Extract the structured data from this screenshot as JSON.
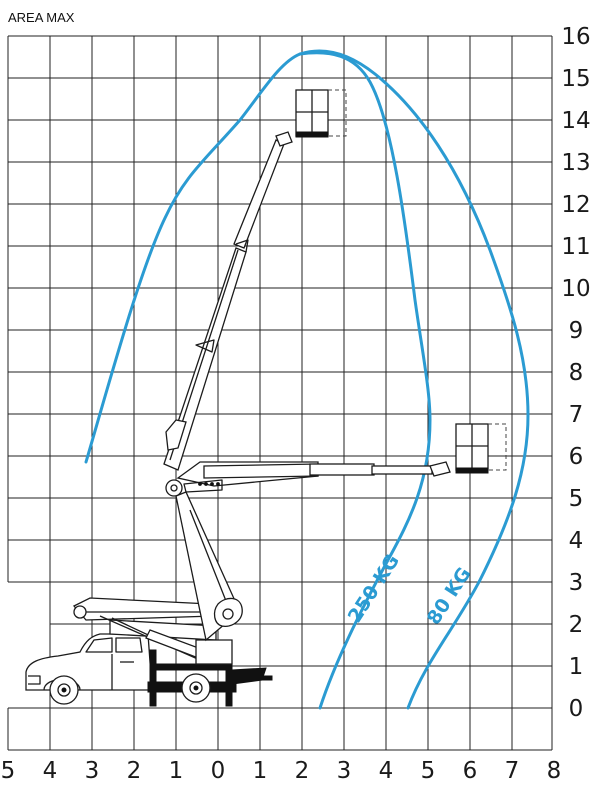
{
  "title": "AREA MAX",
  "x_ticks": [
    "5",
    "4",
    "3",
    "2",
    "1",
    "0",
    "1",
    "2",
    "3",
    "4",
    "5",
    "6",
    "7",
    "8"
  ],
  "y_ticks": [
    "0",
    "1",
    "2",
    "3",
    "4",
    "5",
    "6",
    "7",
    "8",
    "9",
    "10",
    "11",
    "12",
    "13",
    "14",
    "15",
    "16"
  ],
  "curves": {
    "label_250": "250 KG",
    "label_80": "80 KG",
    "color": "#2b9bd2"
  }
}
